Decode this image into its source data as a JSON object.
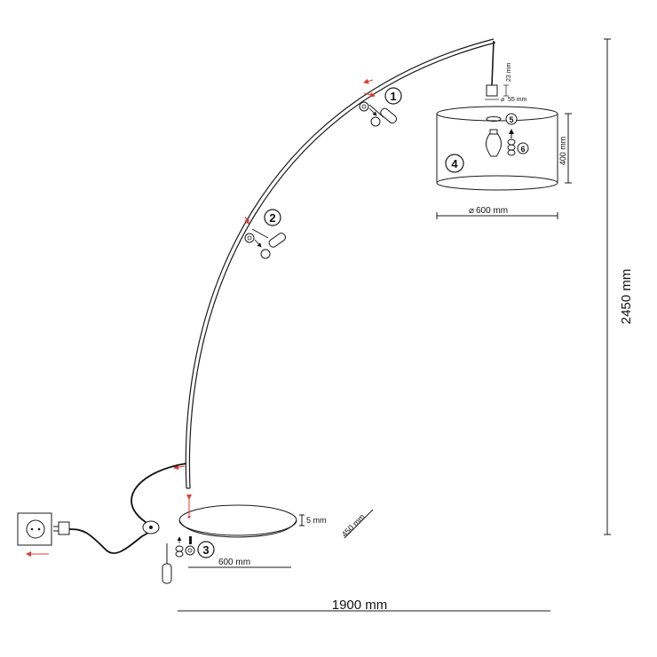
{
  "dimensions": {
    "total_height": "2450 mm",
    "total_width": "1900 mm",
    "shade_diameter": "600 mm",
    "shade_height": "400 mm",
    "base_width": "600 mm",
    "base_depth": "450 mm",
    "base_thickness": "5 mm",
    "socket_height": "23 mm",
    "socket_diameter": "55 mm",
    "shade_diameter_symbol": "⌀",
    "socket_diameter_symbol": "⌀"
  },
  "steps": [
    "1",
    "2",
    "3",
    "4",
    "5",
    "6"
  ],
  "colors": {
    "line": "#1a1a1a",
    "accent_arrow": "#e0382f",
    "cable": "#111111"
  },
  "icons": [
    "wall-socket-icon",
    "plug-icon",
    "switch-icon",
    "screwdriver-icon",
    "light-bulb-icon",
    "washer-icon",
    "nut-icon"
  ]
}
